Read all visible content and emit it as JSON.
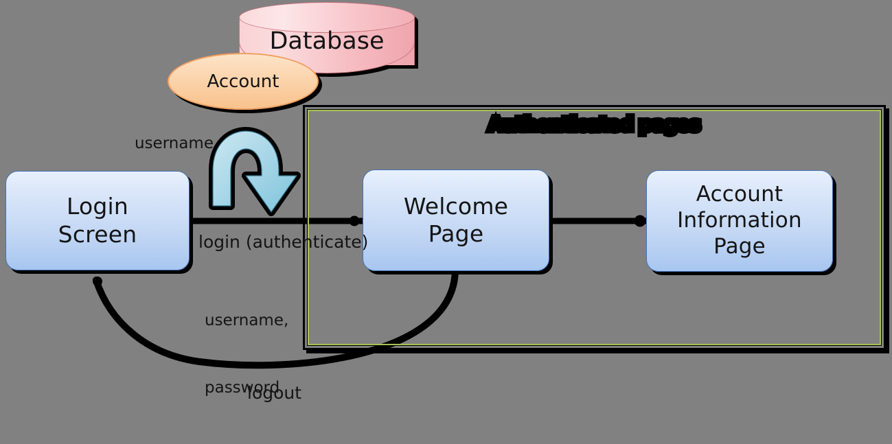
{
  "diagram": {
    "title": "Authenticated pages",
    "background_color": "#818181",
    "nodes": {
      "database": {
        "label": "Database",
        "shape": "cylinder",
        "fill": "#F6BEC3",
        "stroke": "#C9737C"
      },
      "account": {
        "label": "Account",
        "shape": "ellipse",
        "fill": "#FBD4AD",
        "stroke": "#F0A060"
      },
      "login_screen": {
        "label": "Login\nScreen",
        "line1": "Login",
        "line2": "Screen",
        "shape": "rounded-rect",
        "fill": "#C3D7F4",
        "stroke": "#4372B4"
      },
      "welcome_page": {
        "label": "Welcome\nPage",
        "line1": "Welcome",
        "line2": "Page",
        "shape": "rounded-rect",
        "fill": "#C3D7F4",
        "stroke": "#4372B4"
      },
      "account_info_page": {
        "label": "Account\nInformation\nPage",
        "line1": "Account",
        "line2": "Information",
        "line3": "Page",
        "shape": "rounded-rect",
        "fill": "#C3D7F4",
        "stroke": "#4372B4"
      }
    },
    "container": {
      "label": "Authenticated pages",
      "border_outer_color": "#000000",
      "border_accent_color": "#A8C256",
      "members": [
        "Welcome Page",
        "Account Information Page"
      ]
    },
    "edges": [
      {
        "name": "db-to-login",
        "label": "username",
        "from": "Database / Account",
        "to": "Login Screen",
        "style": "curved-block-arrow",
        "color": "#9FD8EC"
      },
      {
        "name": "login-to-welcome",
        "label": "login (authenticate)",
        "sublabel_line1": "username,",
        "sublabel_line2": "password",
        "from": "Login Screen",
        "to": "Welcome Page",
        "style": "straight",
        "color": "#000000"
      },
      {
        "name": "welcome-to-account-info",
        "label": "",
        "from": "Welcome Page",
        "to": "Account Information Page",
        "style": "straight",
        "color": "#000000"
      },
      {
        "name": "welcome-to-login",
        "label": "logout",
        "from": "Welcome Page",
        "to": "Login Screen",
        "style": "curve",
        "color": "#000000"
      }
    ],
    "labels": {
      "username": "username",
      "login_authenticate": "login (authenticate)",
      "username_comma": "username,",
      "password": "password",
      "logout": "logout"
    }
  }
}
